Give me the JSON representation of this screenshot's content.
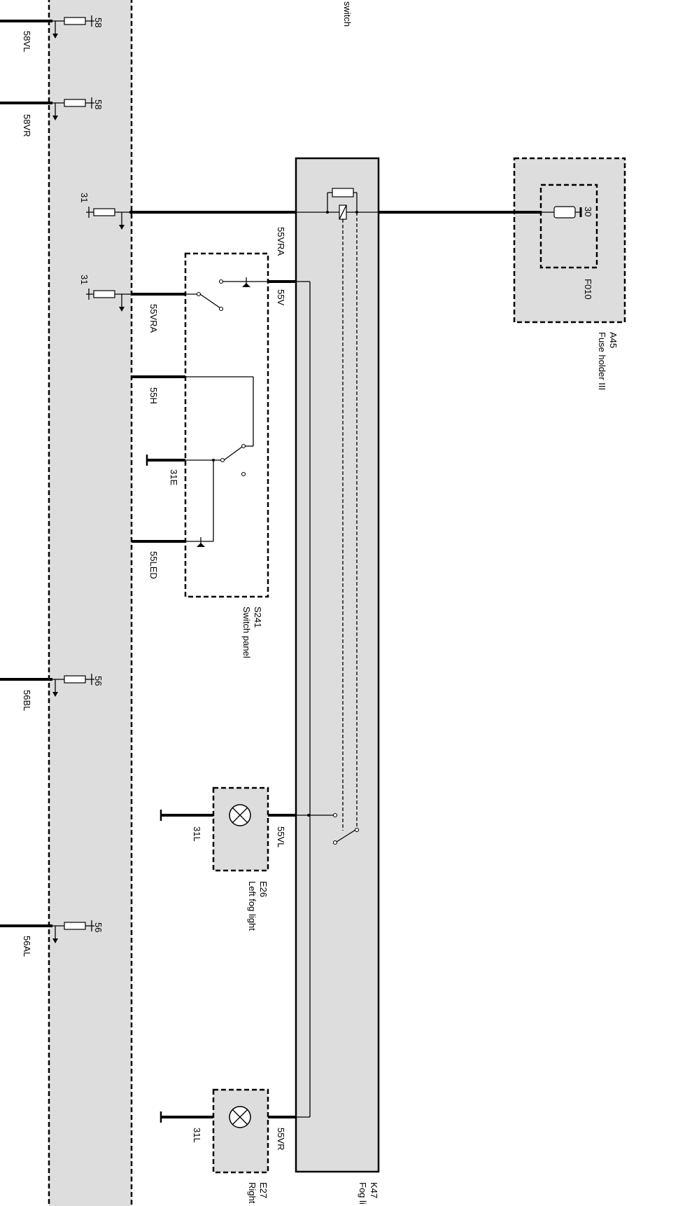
{
  "left_module": {
    "top_label": "switch",
    "pin_labels": {
      "p58_a": "58",
      "p58_b": "58",
      "p31_a": "31",
      "p31_b": "31",
      "p56_a": "56",
      "p56_b": "56"
    },
    "wire_labels": {
      "w58vl": "58VL",
      "w58vr": "58VR",
      "w56bl": "56BL",
      "w56al": "56AL"
    }
  },
  "switch_panel": {
    "code": "S241",
    "name": "Switch panel",
    "wire_labels": {
      "w55vra_top": "55VRA",
      "w55v": "55V",
      "w55vra_left": "55VRA",
      "w55h": "55H",
      "w31e": "31E",
      "w55led": "55LED"
    }
  },
  "fuse_holder": {
    "code": "A45",
    "name": "Fuse holder III",
    "pin": "30",
    "fuse": "F010"
  },
  "left_fog_light": {
    "code": "E26",
    "name": "Left fog light",
    "wire_in": "55VL",
    "wire_ground": "31L"
  },
  "right_fog_light": {
    "code": "E27",
    "name": "Right",
    "wire_in": "55VR",
    "wire_ground": "31L"
  },
  "relay": {
    "code": "K47",
    "name": "Fog li"
  }
}
